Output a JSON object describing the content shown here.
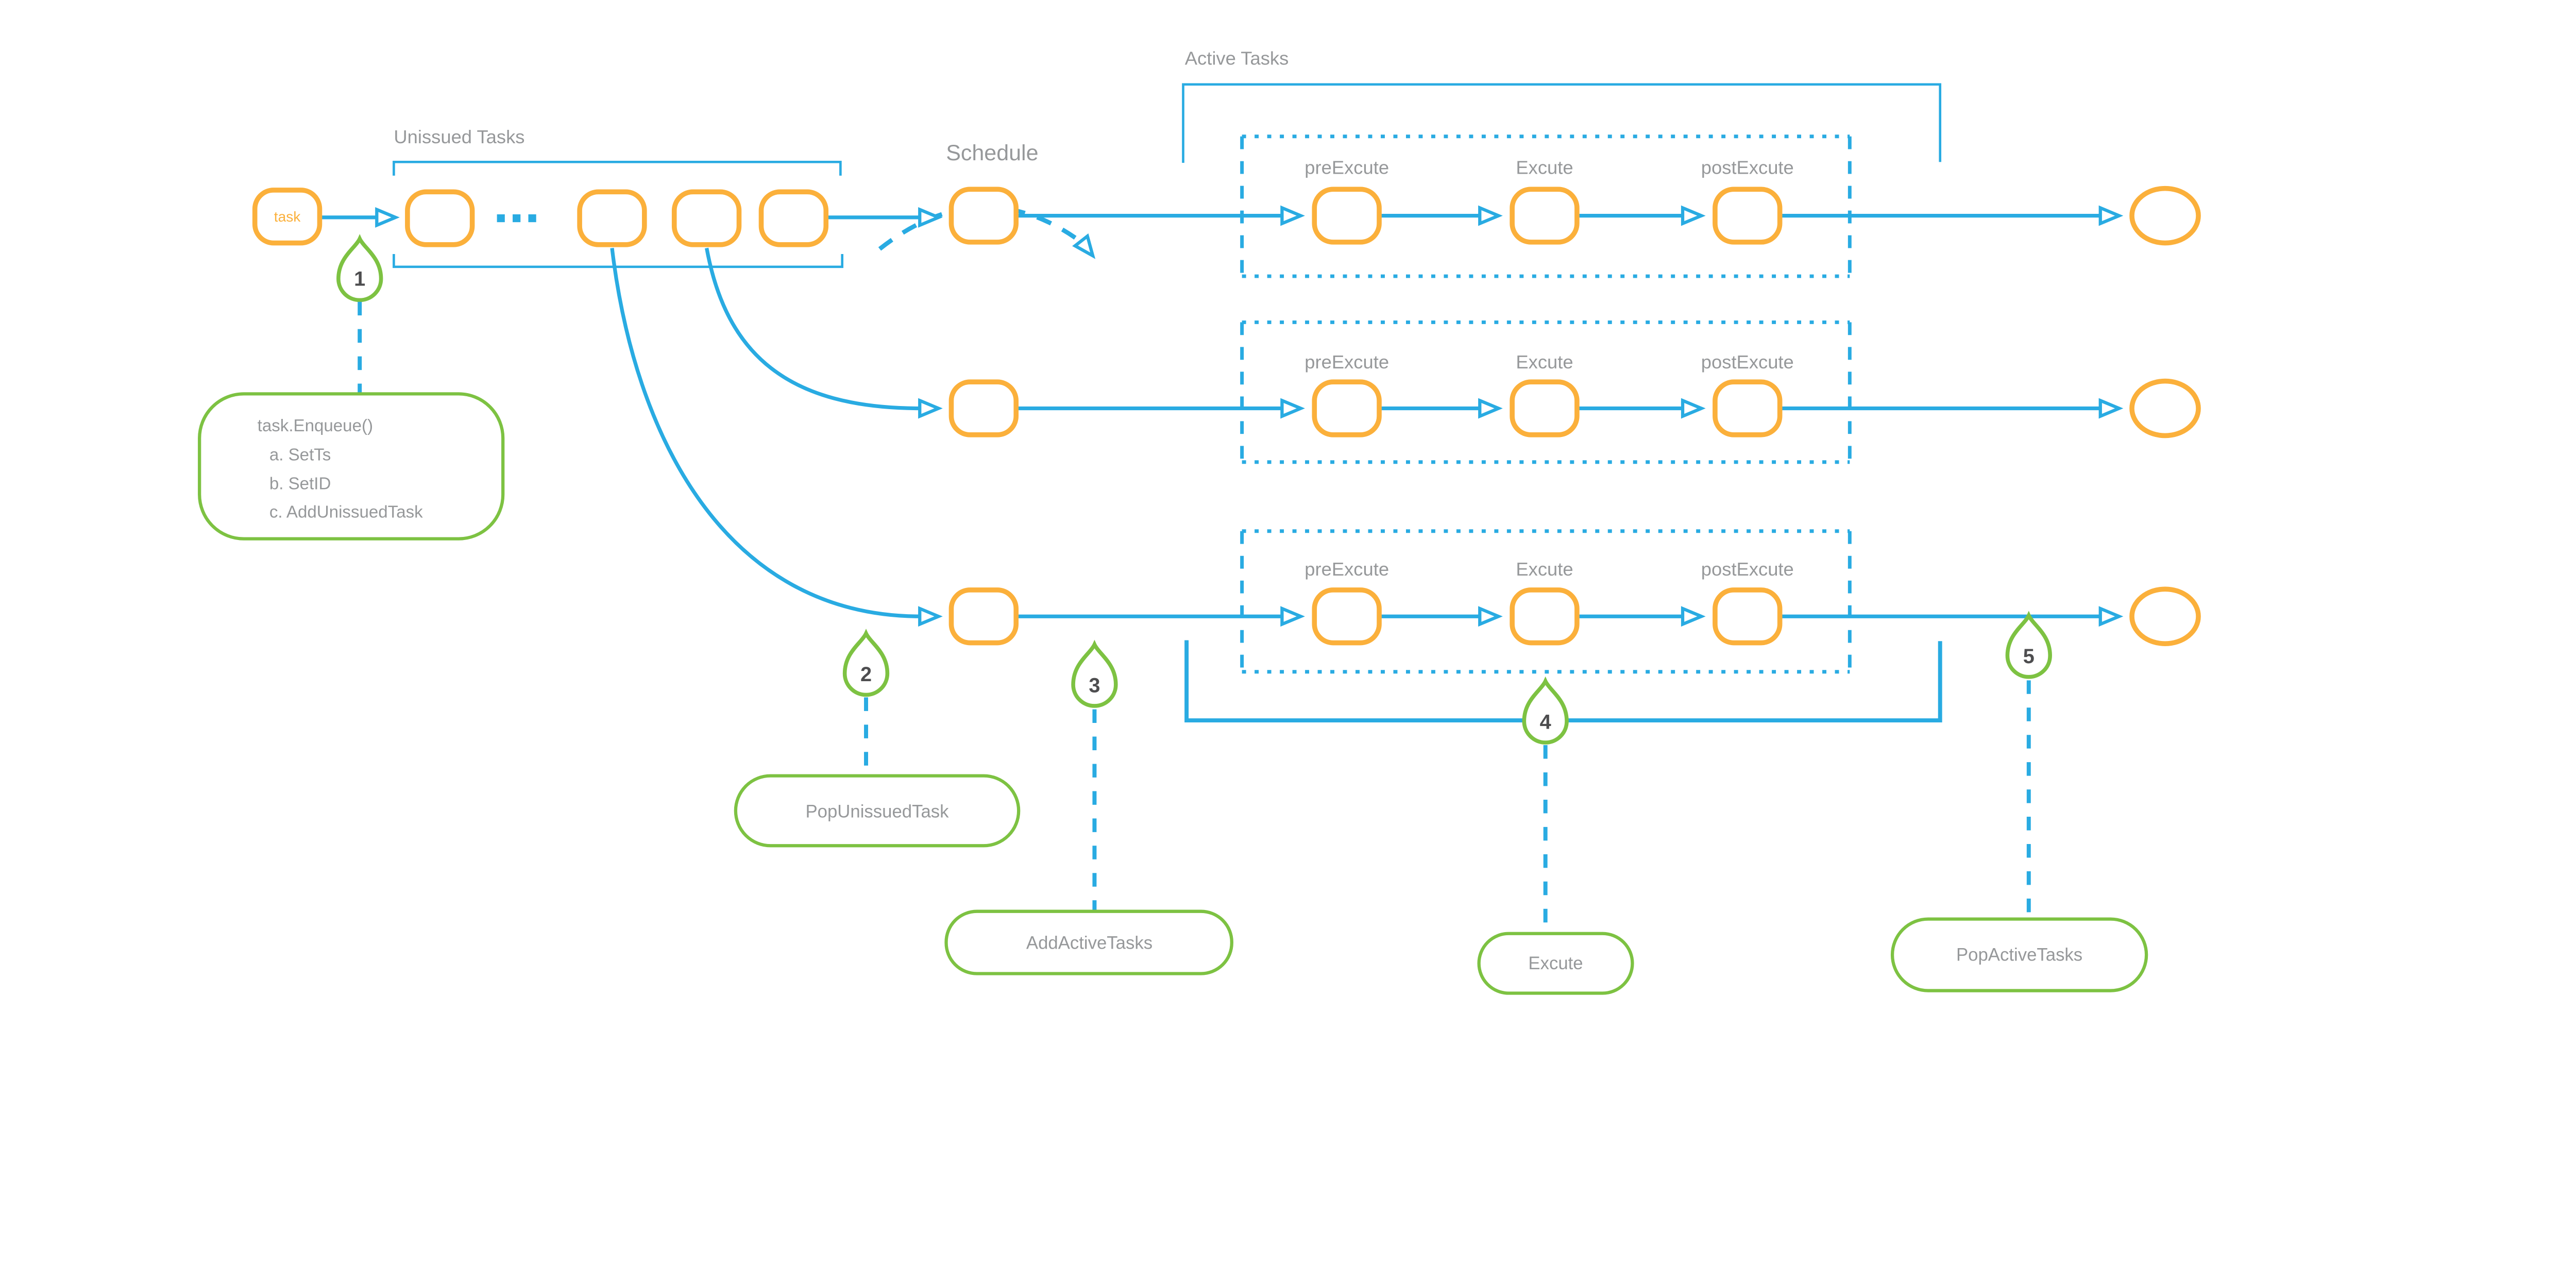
{
  "diagram": {
    "title_region_labels": {
      "unissued": "Unissued Tasks",
      "schedule": "Schedule",
      "active": "Active Tasks"
    },
    "task_node_label": "task",
    "queue_dots": "...",
    "stages": {
      "pre": "preExcute",
      "exec": "Excute",
      "post": "postExcute"
    },
    "markers": [
      {
        "n": "1",
        "note_lines": [
          "task.Enqueue()",
          "a. SetTs",
          "b. SetID",
          "c. AddUnissuedTask"
        ]
      },
      {
        "n": "2",
        "note": "PopUnissuedTask"
      },
      {
        "n": "3",
        "note": "AddActiveTasks"
      },
      {
        "n": "4",
        "note": "Excute"
      },
      {
        "n": "5",
        "note": "PopActiveTasks"
      }
    ],
    "colors": {
      "flow_blue": "#29ABE2",
      "node_orange": "#FBB03B",
      "marker_green": "#7DC242",
      "label_gray": "#96989A",
      "number_gray": "#4D4D4F"
    }
  }
}
